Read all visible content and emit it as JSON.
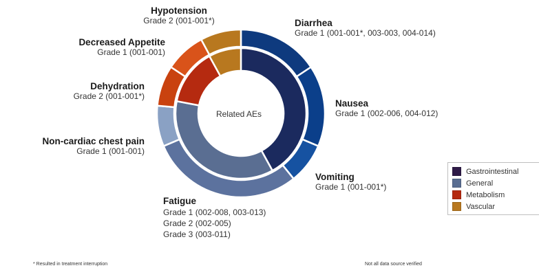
{
  "chart_data": {
    "type": "donut",
    "center_label": "Related AEs",
    "categories": [
      {
        "name": "Gastrointestinal",
        "color": "#1b2a5e"
      },
      {
        "name": "General",
        "color": "#5a6e92"
      },
      {
        "name": "Metabolism",
        "color": "#b52a10"
      },
      {
        "name": "Vascular",
        "color": "#b8781f"
      }
    ],
    "inner_ring": [
      {
        "category": "Gastrointestinal",
        "value": 42
      },
      {
        "category": "General",
        "value": 36
      },
      {
        "category": "Metabolism",
        "value": 14
      },
      {
        "category": "Vascular",
        "value": 8
      }
    ],
    "outer_ring": [
      {
        "label": "Diarrhea",
        "category": "Gastrointestinal",
        "value": 16,
        "color": "#0e3a7e"
      },
      {
        "label": "Nausea",
        "category": "Gastrointestinal",
        "value": 16,
        "color": "#0b3f8a"
      },
      {
        "label": "Vomiting",
        "category": "Gastrointestinal",
        "value": 8,
        "color": "#1652a1"
      },
      {
        "label": "Fatigue",
        "category": "General",
        "value": 30,
        "color": "#5c729e"
      },
      {
        "label": "Non-cardiac chest pain",
        "category": "General",
        "value": 8,
        "color": "#8aa1c4"
      },
      {
        "label": "Dehydration",
        "category": "Metabolism",
        "value": 8,
        "color": "#c9420f"
      },
      {
        "label": "Decreased Appetite",
        "category": "Metabolism",
        "value": 8,
        "color": "#d9531a"
      },
      {
        "label": "Hypotension",
        "category": "Vascular",
        "value": 8,
        "color": "#b8781f"
      }
    ],
    "callouts": {
      "hypotension": {
        "title": "Hypotension",
        "lines": [
          "Grade 2 (001-001*)"
        ]
      },
      "diarrhea": {
        "title": "Diarrhea",
        "lines": [
          "Grade 1 (001-001*, 003-003, 004-014)"
        ]
      },
      "decreased_appetite": {
        "title": "Decreased Appetite",
        "lines": [
          "Grade 1 (001-001)"
        ]
      },
      "dehydration": {
        "title": "Dehydration",
        "lines": [
          "Grade 2 (001-001*)"
        ]
      },
      "nausea": {
        "title": "Nausea",
        "lines": [
          "Grade 1 (002-006, 004-012)"
        ]
      },
      "non_cardiac": {
        "title": "Non-cardiac chest pain",
        "lines": [
          "Grade 1 (001-001)"
        ]
      },
      "vomiting": {
        "title": "Vomiting",
        "lines": [
          "Grade 1 (001-001*)"
        ]
      },
      "fatigue": {
        "title": "Fatigue",
        "lines": [
          "Grade 1 (002-008, 003-013)",
          "Grade 2 (002-005)",
          "Grade 3 (003-011)"
        ]
      }
    },
    "legend_position": "right"
  },
  "footnote_left": "* Resulted in treatment interruption",
  "footnote_right": "Not all data source verified"
}
